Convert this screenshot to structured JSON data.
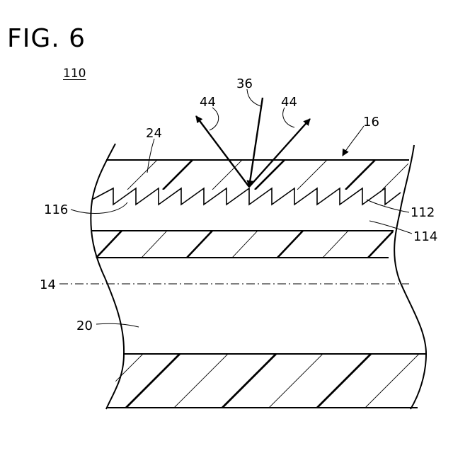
{
  "figure": {
    "title": "FIG. 6",
    "reference": "110"
  },
  "labels": {
    "ray_incident": "36",
    "ray_reflect_left": "44",
    "ray_reflect_right": "44",
    "outer_surface": "16",
    "outer_layer": "24",
    "grooves": "116",
    "serrated_interface": "112",
    "gap_layer": "114",
    "axis": "14",
    "core": "20"
  },
  "colors": {
    "line": "#000000",
    "background": "#ffffff"
  }
}
